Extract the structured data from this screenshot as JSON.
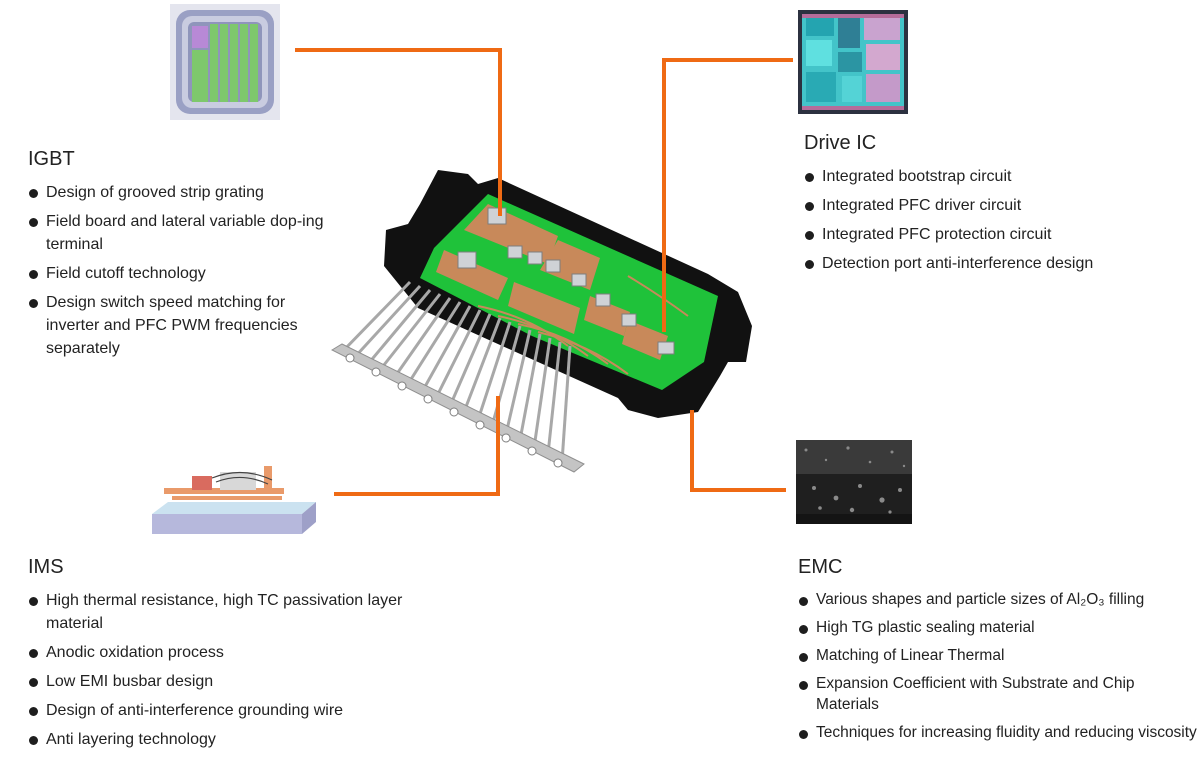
{
  "colors": {
    "connector": "#ef6a14",
    "pcb_green": "#1fc23a",
    "copper": "#c8895a",
    "housing": "#111111",
    "text": "#222222"
  },
  "igbt": {
    "title": "IGBT",
    "items": [
      "Design of grooved strip grating",
      "Field board and lateral variable dop-ing terminal",
      "Field cutoff technology",
      "Design switch speed matching for inverter and PFC PWM frequencies separately"
    ]
  },
  "drive_ic": {
    "title": "Drive IC",
    "items": [
      "Integrated bootstrap circuit",
      "Integrated PFC driver circuit",
      "Integrated PFC protection circuit",
      "Detection port anti-interference design"
    ]
  },
  "ims": {
    "title": "IMS",
    "items": [
      "High thermal resistance, high TC passivation layer material",
      "Anodic oxidation process",
      "Low EMI busbar design",
      "Design of anti-interference grounding wire",
      "Anti layering technology"
    ]
  },
  "emc": {
    "title": "EMC",
    "items": [
      "Various shapes and particle sizes of Al₂O₃ filling",
      "High TG plastic sealing material",
      "Matching of Linear Thermal",
      "Expansion Coefficient with Substrate and Chip Materials",
      "Techniques for increasing fluidity and reducing viscosity"
    ]
  }
}
